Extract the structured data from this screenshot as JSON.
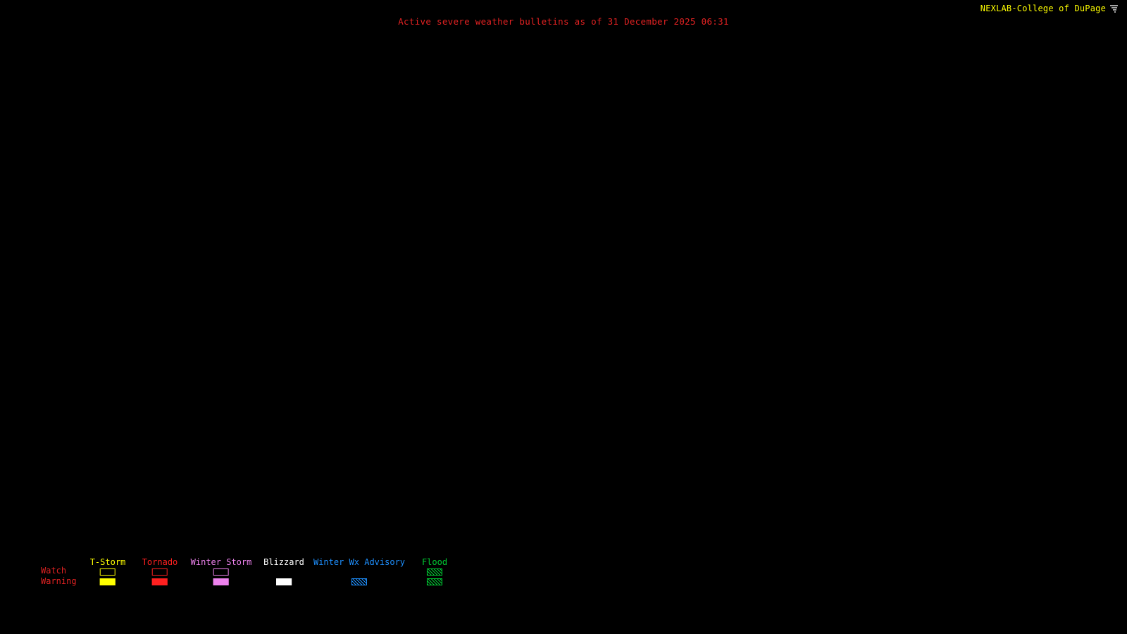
{
  "header": {
    "brand": "NEXLAB-College of DuPage",
    "brand_color": "#ffff00",
    "title": "Active severe weather bulletins as of 31 December 2025 06:31",
    "title_color": "#e32222"
  },
  "legend": {
    "watch_label": "Watch",
    "warning_label": "Warning",
    "row_label_color": "#e32222",
    "columns": [
      {
        "label": "T-Storm",
        "color": "#ffff00",
        "watch": "outline",
        "warning": "fill"
      },
      {
        "label": "Tornado",
        "color": "#ff2020",
        "watch": "outline",
        "warning": "fill"
      },
      {
        "label": "Winter Storm",
        "color": "#ee82ee",
        "watch": "outline",
        "warning": "fill"
      },
      {
        "label": "Blizzard",
        "color": "#ffffff",
        "watch": "none",
        "warning": "fill"
      },
      {
        "label": "Winter Wx Advisory",
        "color": "#1e90ff",
        "watch": "none",
        "warning": "hatch"
      },
      {
        "label": "Flood",
        "color": "#00cc33",
        "watch": "hatch",
        "warning": "hatch"
      }
    ]
  },
  "icons": {
    "logo": "cod-logo-icon"
  }
}
